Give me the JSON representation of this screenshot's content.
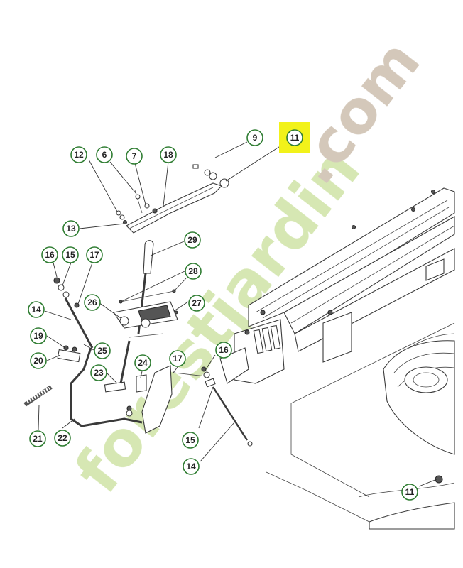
{
  "callouts": [
    {
      "id": "c9",
      "label": "9"
    },
    {
      "id": "c11top",
      "label": "11"
    },
    {
      "id": "c12",
      "label": "12"
    },
    {
      "id": "c6",
      "label": "6"
    },
    {
      "id": "c7",
      "label": "7"
    },
    {
      "id": "c18",
      "label": "18"
    },
    {
      "id": "c13",
      "label": "13"
    },
    {
      "id": "c29",
      "label": "29"
    },
    {
      "id": "c16a",
      "label": "16"
    },
    {
      "id": "c15a",
      "label": "15"
    },
    {
      "id": "c17a",
      "label": "17"
    },
    {
      "id": "c28",
      "label": "28"
    },
    {
      "id": "c26",
      "label": "26"
    },
    {
      "id": "c27",
      "label": "27"
    },
    {
      "id": "c14a",
      "label": "14"
    },
    {
      "id": "c19",
      "label": "19"
    },
    {
      "id": "c25",
      "label": "25"
    },
    {
      "id": "c20",
      "label": "20"
    },
    {
      "id": "c24",
      "label": "24"
    },
    {
      "id": "c23",
      "label": "23"
    },
    {
      "id": "c17b",
      "label": "17"
    },
    {
      "id": "c16b",
      "label": "16"
    },
    {
      "id": "c21",
      "label": "21"
    },
    {
      "id": "c22",
      "label": "22"
    },
    {
      "id": "c15b",
      "label": "15"
    },
    {
      "id": "c14b",
      "label": "14"
    },
    {
      "id": "c11bottom",
      "label": "11"
    }
  ],
  "highlight": {
    "label": "11",
    "color": "#f2f21a"
  },
  "watermark": {
    "brand_text": "forestjardin",
    "domain_text": ".com",
    "brand_color": "#cfe3a6",
    "domain_color": "#cdbfae"
  },
  "colors": {
    "callout_ring": "#2f7d32",
    "line_art": "#333333"
  }
}
